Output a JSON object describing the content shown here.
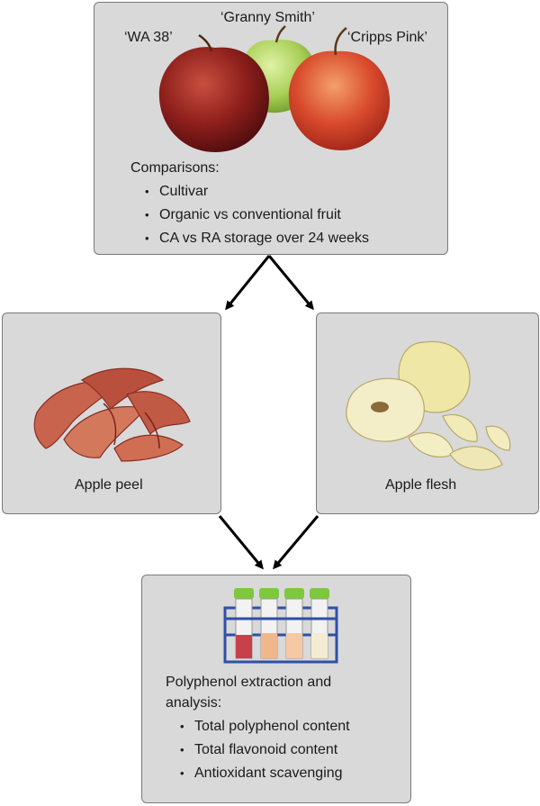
{
  "apples": {
    "labels": [
      "‘WA 38’",
      "‘Granny Smith’",
      "‘Cripps Pink’"
    ]
  },
  "comparisons": {
    "heading": "Comparisons:",
    "items": [
      "Cultivar",
      "Organic vs conventional fruit",
      "CA vs RA storage over 24 weeks"
    ]
  },
  "peel": {
    "label": "Apple peel"
  },
  "flesh": {
    "label": "Apple flesh"
  },
  "extraction": {
    "heading_line1": "Polyphenol extraction  and",
    "heading_line2": "analysis:",
    "items": [
      "Total polyphenol content",
      "Total flavonoid content",
      "Antioxidant scavenging"
    ]
  },
  "colors": {
    "box_fill": "#d9d9d9",
    "box_border": "#7a7a7a",
    "arrow": "#000000"
  }
}
